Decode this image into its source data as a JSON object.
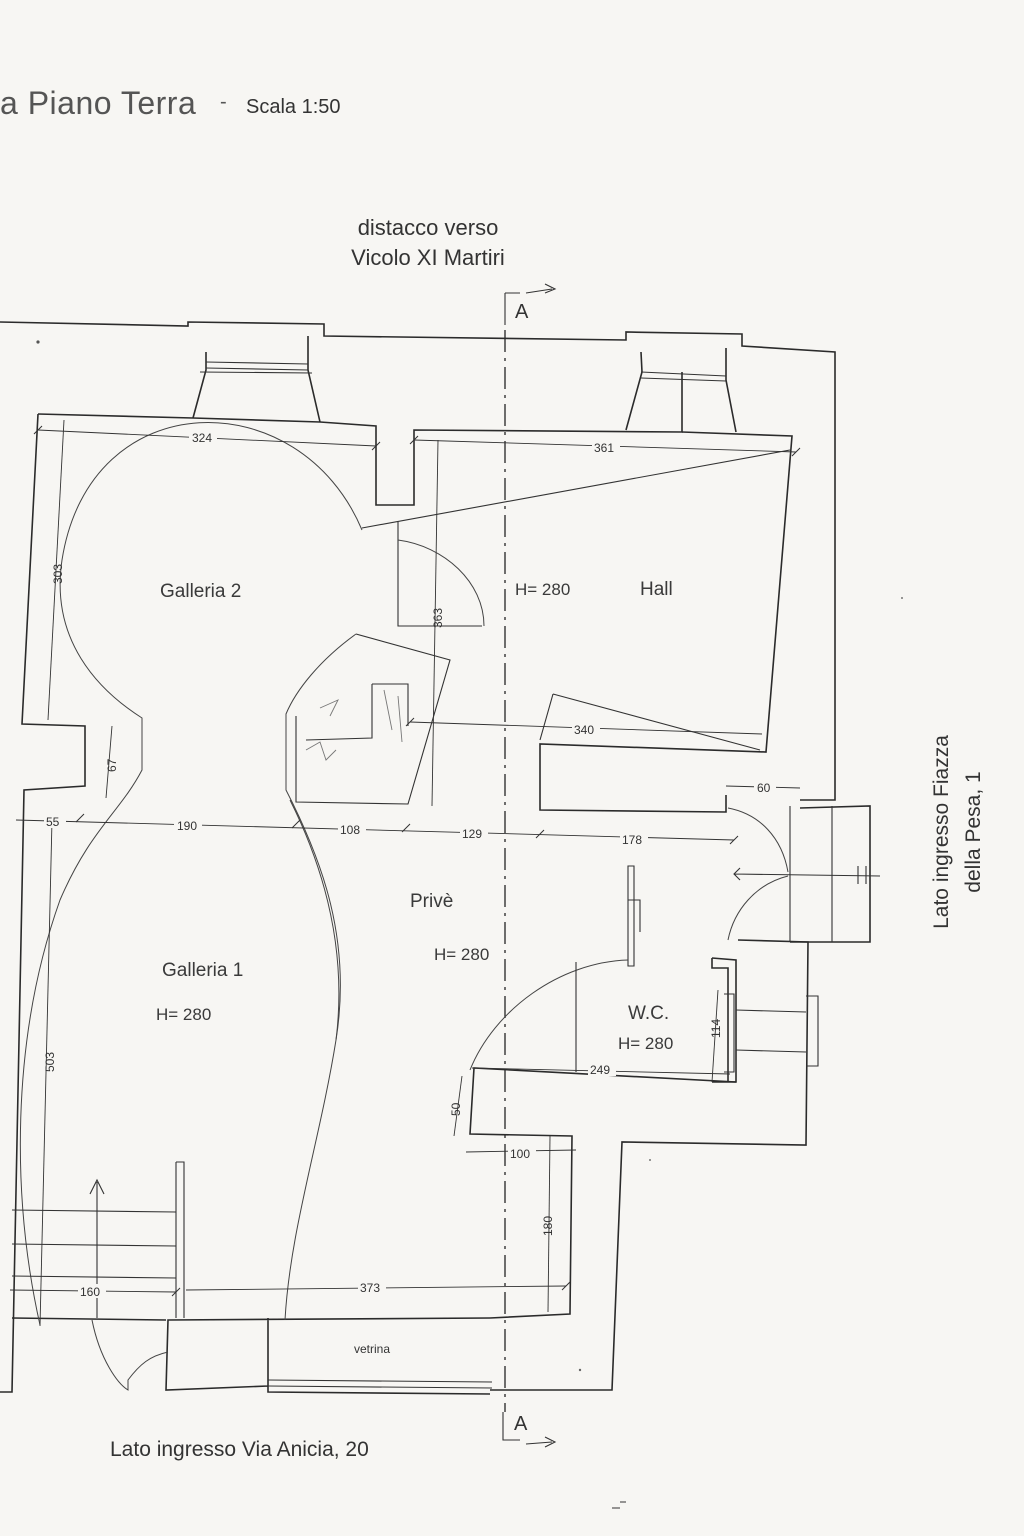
{
  "header": {
    "title": "a Piano Terra",
    "dash": "-",
    "scale": "Scala 1:50"
  },
  "labels": {
    "north_line1": "distacco verso",
    "north_line2": "Vicolo XI Martiri",
    "east_line1": "Lato ingresso Fiazza",
    "east_line2": "della Pesa, 1",
    "south": "Lato ingresso Via Anicia, 20",
    "section_mark": "A",
    "vetrina": "vetrina"
  },
  "rooms": {
    "galleria2": "Galleria 2",
    "galleria1": "Galleria 1",
    "hall": "Hall",
    "prive": "Privè",
    "wc": "W.C.",
    "h_hall": "H= 280",
    "h_galleria1": "H= 280",
    "h_prive": "H= 280",
    "h_wc": "H= 280"
  },
  "dimensions": {
    "d324": "324",
    "d361": "361",
    "d303": "303",
    "d363": "363",
    "d340": "340",
    "d67": "67",
    "d60": "60",
    "d55": "55",
    "d190": "190",
    "d108": "108",
    "d129": "129",
    "d178": "178",
    "d114": "114",
    "d249": "249",
    "d50": "50",
    "d503": "503",
    "d100": "100",
    "d180": "180",
    "d160": "160",
    "d373": "373"
  },
  "colors": {
    "paper": "#f7f6f3",
    "ink": "#2b2b2b"
  }
}
